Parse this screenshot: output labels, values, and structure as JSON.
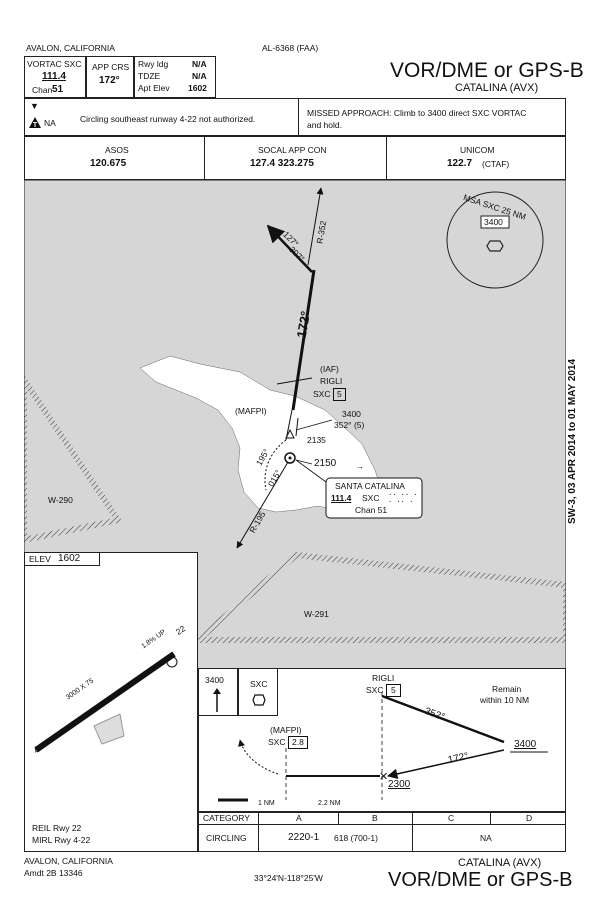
{
  "header": {
    "location": "AVALON, CALIFORNIA",
    "chart_id": "AL-6368 (FAA)",
    "title": "VOR/DME or GPS-B",
    "subtitle": "CATALINA (AVX)",
    "vortac_label": "VORTAC SXC",
    "vortac_freq": "111.4",
    "chan_label": "Chan",
    "chan_value": "51",
    "app_crs_label": "APP CRS",
    "app_crs_value": "172°",
    "rwy_ldg_label": "Rwy ldg",
    "rwy_ldg_value": "N/A",
    "tdze_label": "TDZE",
    "tdze_value": "N/A",
    "apt_elev_label": "Apt Elev",
    "apt_elev_value": "1602"
  },
  "notes": {
    "alt_symbol": "▼",
    "na_text": "NA",
    "circling_note": "Circling southeast runway 4-22 not authorized.",
    "missed_approach_1": "MISSED APPROACH:  Climb to 3400 direct SXC VORTAC",
    "missed_approach_2": "and hold."
  },
  "comms": {
    "asos_label": "ASOS",
    "asos_freq": "120.675",
    "approach_label": "SOCAL APP CON",
    "approach_freq": "127.4  323.275",
    "unicom_label": "UNICOM",
    "unicom_freq": "122.7",
    "unicom_suffix": "(CTAF)"
  },
  "plan_view": {
    "msa_label": "MSA SXC 25 NM",
    "msa_alt": "3400",
    "radial_352": "R-352",
    "course_127": "127°",
    "course_307": "307°",
    "course_172": "172°",
    "iaf_label": "(IAF)",
    "rigli_label": "RIGLI",
    "sxc_label": "SXC",
    "rigli_dme": "5",
    "mafpi_label": "(MAFPI)",
    "hold_alt": "3400",
    "hold_course": "352° (5)",
    "obst_2135": "2135",
    "elev_2150": "2150",
    "course_195": "195°",
    "course_015": "015°",
    "radial_195": "R-195",
    "vortac_name": "SANTA CATALINA",
    "vortac_freq": "111.4",
    "vortac_id": "SXC",
    "vortac_chan": "Chan 51",
    "w290": "W-290",
    "w291": "W-291"
  },
  "airport": {
    "elev_label": "ELEV",
    "elev_value": "1602",
    "rwy_dims": "3000 X 75",
    "gradient": "1.8% UP",
    "rwy_22": "22",
    "rwy_4": "4",
    "reil": "REIL Rwy 22",
    "mirl": "MIRL Rwy 4-22"
  },
  "profile": {
    "alt_3400": "3400",
    "sxc": "SXC",
    "rigli": "RIGLI",
    "sxc2": "SXC",
    "rigli_dme": "5",
    "remain_1": "Remain",
    "remain_2": "within 10 NM",
    "course_352": "352°",
    "course_172": "172°",
    "alt_3400b": "3400",
    "mafpi": "(MAFPI)",
    "mafpi_sxc": "SXC",
    "mafpi_dme": "2.8",
    "alt_2300": "2300",
    "dist_1nm": "1 NM",
    "dist_22nm": "2.2 NM"
  },
  "minimums": {
    "category_label": "CATEGORY",
    "cats": [
      "A",
      "B",
      "C",
      "D"
    ],
    "circling_label": "CIRCLING",
    "circling_ab": "2220-1",
    "circling_ab_haa": "618 (700-1)",
    "circling_cd": "NA"
  },
  "footer": {
    "location": "AVALON, CALIFORNIA",
    "amdt": "Amdt 2B  13346",
    "coords": "33°24'N-118°25'W",
    "subtitle": "CATALINA (AVX)",
    "title": "VOR/DME or GPS-B"
  },
  "side_note": "SW-3, 03 APR 2014 to 01 MAY 2014",
  "colors": {
    "terrain": "#d6d6d6",
    "island": "#ffffff",
    "ink": "#111111"
  }
}
